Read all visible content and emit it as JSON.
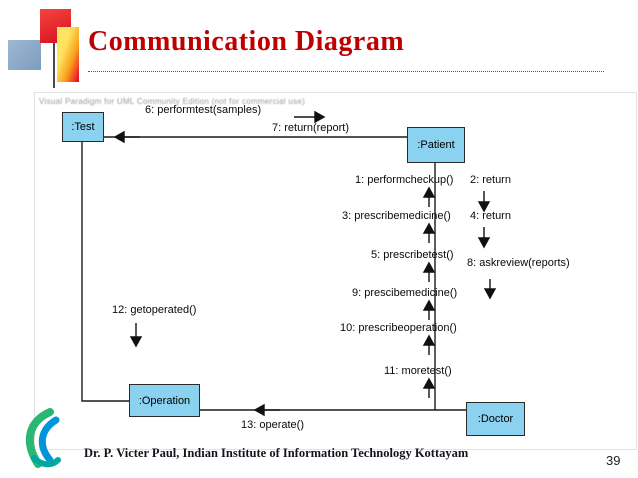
{
  "slide": {
    "title": "Communication Diagram",
    "footer": "Dr. P. Victer Paul, Indian Institute of Information Technology Kottayam",
    "page_number": "39"
  },
  "diagram": {
    "watermark": "Visual Paradigm for UML Community Edition (not for commercial use)",
    "objects": [
      {
        "id": "test",
        "label": ":Test"
      },
      {
        "id": "patient",
        "label": ":Patient"
      },
      {
        "id": "operation",
        "label": ":Operation"
      },
      {
        "id": "doctor",
        "label": ":Doctor"
      }
    ],
    "messages": [
      {
        "seq": 1,
        "label": "1: performcheckup()",
        "direction": "up"
      },
      {
        "seq": 2,
        "label": "2: return",
        "direction": "down"
      },
      {
        "seq": 3,
        "label": "3: prescribemedicine()",
        "direction": "up"
      },
      {
        "seq": 4,
        "label": "4: return",
        "direction": "down"
      },
      {
        "seq": 5,
        "label": "5: prescribetest()",
        "direction": "up"
      },
      {
        "seq": 6,
        "label": "6: performtest(samples)",
        "direction": "right"
      },
      {
        "seq": 7,
        "label": "7: return(report)",
        "direction": "left"
      },
      {
        "seq": 8,
        "label": "8: askreview(reports)",
        "direction": "down"
      },
      {
        "seq": 9,
        "label": "9: prescibemedicine()",
        "direction": "up"
      },
      {
        "seq": 10,
        "label": "10: prescribeoperation()",
        "direction": "up"
      },
      {
        "seq": 11,
        "label": "11: moretest()",
        "direction": "up"
      },
      {
        "seq": 12,
        "label": "12: getoperated()",
        "direction": "down"
      },
      {
        "seq": 13,
        "label": "13: operate()",
        "direction": "left"
      }
    ]
  },
  "colors": {
    "title": "#c00000",
    "object_fill": "#8bd1f0",
    "connector": "#1a1a1a"
  }
}
